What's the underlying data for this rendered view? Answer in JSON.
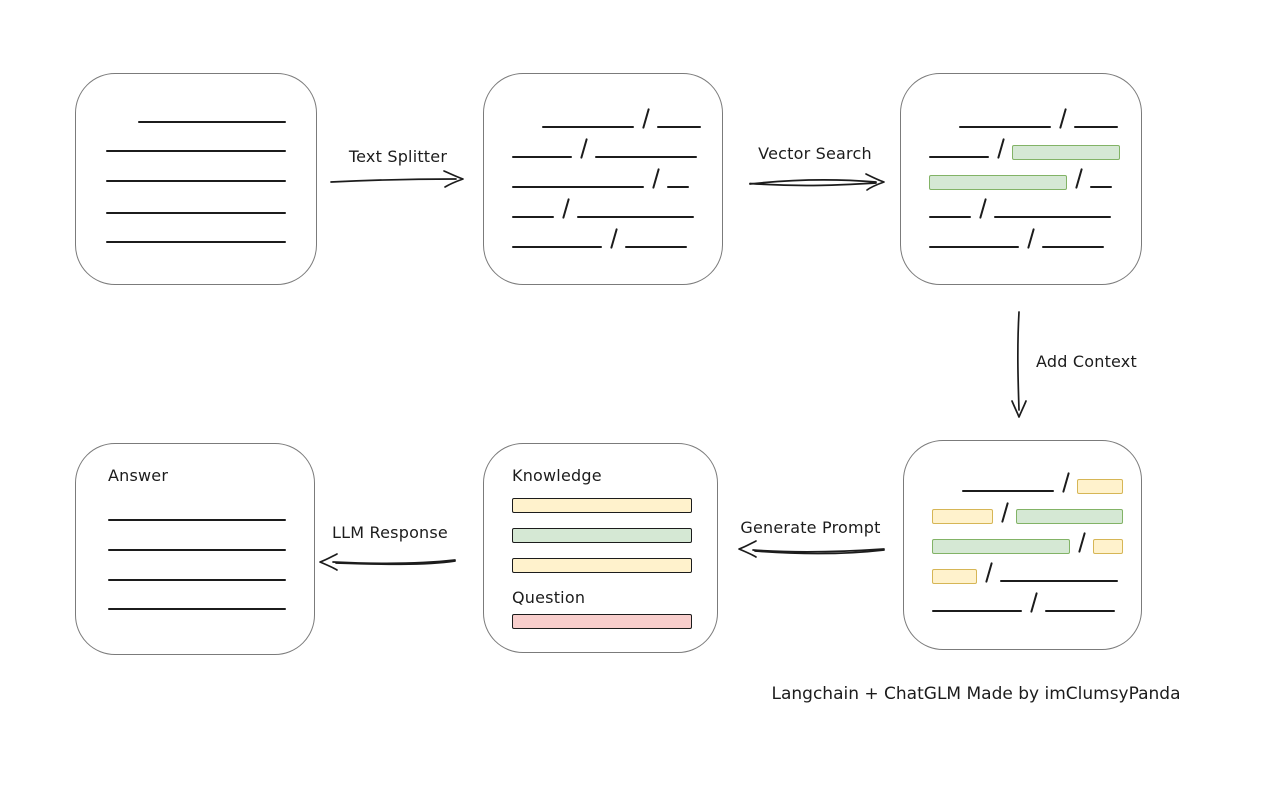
{
  "arrows": {
    "text_splitter": {
      "label": "Text Splitter"
    },
    "vector_search": {
      "label": "Vector Search"
    },
    "add_context": {
      "label": "Add Context"
    },
    "generate_prompt": {
      "label": "Generate Prompt"
    },
    "llm_response": {
      "label": "LLM Response"
    }
  },
  "nodes": {
    "document": {
      "line_count": 5
    },
    "split_chunks": {
      "rows": [
        [
          {
            "t": "gap",
            "w": 23
          },
          {
            "t": "line",
            "w": 92
          },
          {
            "t": "slash"
          },
          {
            "t": "line",
            "w": 44
          }
        ],
        [
          {
            "t": "line",
            "w": 60
          },
          {
            "t": "slash"
          },
          {
            "t": "line",
            "w": 102
          }
        ],
        [
          {
            "t": "line",
            "w": 132
          },
          {
            "t": "slash"
          },
          {
            "t": "line",
            "w": 22
          }
        ],
        [
          {
            "t": "line",
            "w": 42
          },
          {
            "t": "slash"
          },
          {
            "t": "line",
            "w": 117
          }
        ],
        [
          {
            "t": "line",
            "w": 90
          },
          {
            "t": "slash"
          },
          {
            "t": "line",
            "w": 62
          }
        ]
      ]
    },
    "searched_chunks": {
      "rows": [
        [
          {
            "t": "gap",
            "w": 23
          },
          {
            "t": "line",
            "w": 92
          },
          {
            "t": "slash"
          },
          {
            "t": "line",
            "w": 44
          }
        ],
        [
          {
            "t": "line",
            "w": 60
          },
          {
            "t": "slash"
          },
          {
            "t": "green",
            "w": 108
          }
        ],
        [
          {
            "t": "green",
            "w": 138
          },
          {
            "t": "slash"
          },
          {
            "t": "line",
            "w": 22
          }
        ],
        [
          {
            "t": "line",
            "w": 42
          },
          {
            "t": "slash"
          },
          {
            "t": "line",
            "w": 117
          }
        ],
        [
          {
            "t": "line",
            "w": 90
          },
          {
            "t": "slash"
          },
          {
            "t": "line",
            "w": 62
          }
        ]
      ]
    },
    "context_chunks": {
      "rows": [
        [
          {
            "t": "gap",
            "w": 23
          },
          {
            "t": "line",
            "w": 92
          },
          {
            "t": "slash"
          },
          {
            "t": "yellow",
            "w": 46
          }
        ],
        [
          {
            "t": "yellow",
            "w": 61
          },
          {
            "t": "slash"
          },
          {
            "t": "green",
            "w": 107
          }
        ],
        [
          {
            "t": "green",
            "w": 138
          },
          {
            "t": "slash"
          },
          {
            "t": "yellow",
            "w": 30
          }
        ],
        [
          {
            "t": "yellow",
            "w": 45
          },
          {
            "t": "slash"
          },
          {
            "t": "line",
            "w": 118
          }
        ],
        [
          {
            "t": "line",
            "w": 90
          },
          {
            "t": "slash"
          },
          {
            "t": "line",
            "w": 70
          }
        ]
      ]
    },
    "prompt": {
      "knowledge_label": "Knowledge",
      "question_label": "Question",
      "knowledge_bars": [
        "yellow",
        "green",
        "yellow"
      ],
      "question_bars": [
        "red"
      ]
    },
    "answer": {
      "label": "Answer",
      "line_count": 4
    }
  },
  "footer": {
    "credit": "Langchain + ChatGLM Made by imClumsyPanda"
  },
  "colors": {
    "yellow_fill": "#fff2cc",
    "yellow_border": "#d6b656",
    "green_fill": "#d5e8d4",
    "green_border": "#82b366",
    "red_fill": "#f8cecc",
    "red_border": "#b85450",
    "box_border": "#7b7b7b",
    "ink": "#1c1c1c"
  }
}
